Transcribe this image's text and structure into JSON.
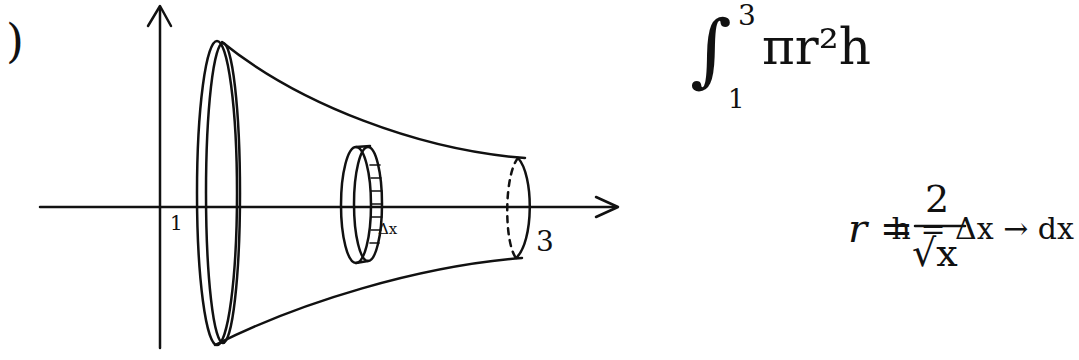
{
  "diagram": {
    "labels": [
      ")",
      "1",
      "Δx",
      "3",
      "∫",
      "3",
      "1",
      "πr²h",
      "r =",
      "2",
      "√x",
      "h = Δx → dx"
    ]
  }
}
